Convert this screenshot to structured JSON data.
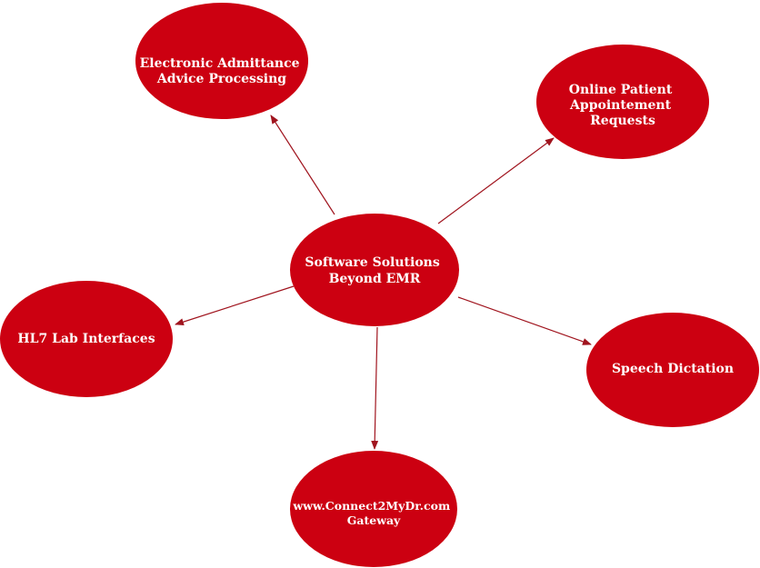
{
  "colors": {
    "node_fill": "#cc0011",
    "edge": "#a0141e",
    "text": "#ffffff",
    "background": "#ffffff"
  },
  "diagram": {
    "center": {
      "lines": [
        "Software Solutions",
        "Beyond EMR"
      ]
    },
    "nodes": [
      {
        "id": "admittance",
        "lines": [
          "Electronic Admittance",
          "Advice Processing"
        ]
      },
      {
        "id": "appointments",
        "lines": [
          "Online Patient",
          "Appointement",
          "Requests"
        ]
      },
      {
        "id": "hl7",
        "lines": [
          "HL7 Lab Interfaces"
        ]
      },
      {
        "id": "speech",
        "lines": [
          "Speech Dictation"
        ]
      },
      {
        "id": "gateway",
        "lines": [
          "www.Connect2MyDr.com",
          "Gateway"
        ]
      }
    ]
  }
}
